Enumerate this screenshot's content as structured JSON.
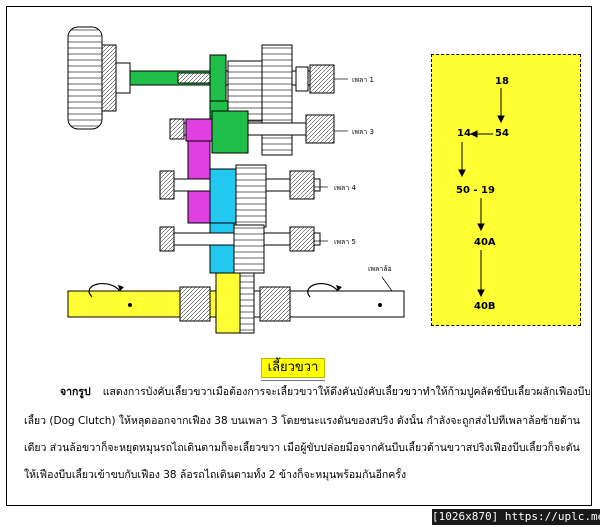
{
  "diagram": {
    "shaft_labels": [
      "เพลา 1",
      "เพลา 3",
      "เพลา 4",
      "เพลา 5",
      "เพลาล้อ"
    ],
    "colors": {
      "green": "#1fbf4a",
      "magenta": "#e040e0",
      "cyan": "#22c8ee",
      "yellow": "#ffff33",
      "shaft_fill": "#ffffff",
      "stroke": "#000000"
    }
  },
  "flow": {
    "nodes": {
      "n18": "18",
      "n54": "54",
      "n14": "14",
      "n5019": "50 - 19",
      "n40a": "40A",
      "n40b": "40B"
    }
  },
  "title": "เลี้ยวขวา",
  "caption": {
    "head": "จากรูป",
    "lines": [
      "แสดงการบังคับเลี้ยวขวาเมื่อต้องการจะเลี้ยวขวาให้ดึงคันบังคับเลี้ยวขวาทำให้ก้ามปูคลัตช์บีบเลี้ยวผลักเฟืองบีบ",
      "เลี้ยว (Dog Clutch) ให้หลุดออกจากเฟือง 38 บนเพลา 3 โดยชนะแรงดันของสปริง ดังนั้น กำลังจะถูกส่งไปที่เพลาล้อซ้ายด้าน",
      "เดียว ส่วนล้อขวาก็จะหยุดหมุนรถไถเดินตามก็จะเลี้ยวขวา เมื่อผู้ขับปล่อยมือจากคันบีบเลี้ยวด้านขวาสปริงเฟืองบีบเลี้ยวก็จะดัน",
      "ให้เฟืองบีบเลี้ยวเข้าขบกับเฟือง 38 ล้อรถไถเดินตามทั้ง 2 ข้างก็จะหมุนพร้อมกันอีกครั้ง"
    ]
  },
  "watermark": "[1026x870] https://uplc.me/"
}
